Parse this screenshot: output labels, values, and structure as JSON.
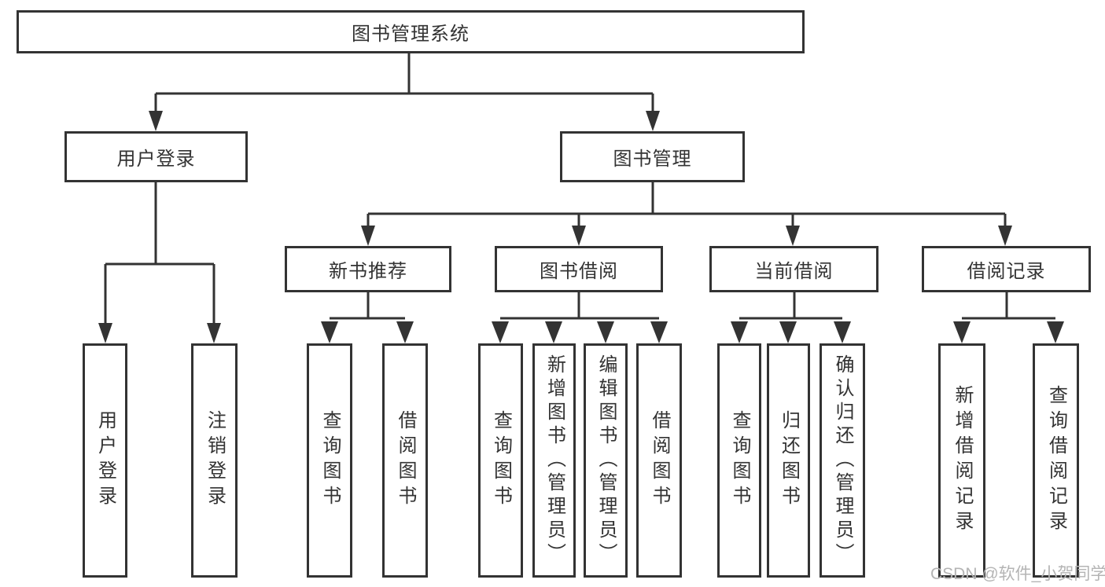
{
  "root": {
    "label": "图书管理系统"
  },
  "login_branch": {
    "label": "用户登录",
    "children": [
      "用户登录",
      "注销登录"
    ]
  },
  "book_branch": {
    "label": "图书管理",
    "groups": [
      {
        "label": "新书推荐",
        "children": [
          "查询图书",
          "借阅图书"
        ]
      },
      {
        "label": "图书借阅",
        "children": [
          "查询图书",
          "新增图书（管理员）",
          "编辑图书（管理员）",
          "借阅图书"
        ]
      },
      {
        "label": "当前借阅",
        "children": [
          "查询图书",
          "归还图书",
          "确认归还（管理员）"
        ]
      },
      {
        "label": "借阅记录",
        "children": [
          "新增借阅记录",
          "查询借阅记录"
        ]
      }
    ]
  },
  "watermark": "CSDN @软件_小贺同学",
  "colors": {
    "line": "#333333",
    "text": "#333333",
    "box_fill": "#ffffff",
    "watermark": "#b4b4b4",
    "background": "#ffffff"
  }
}
